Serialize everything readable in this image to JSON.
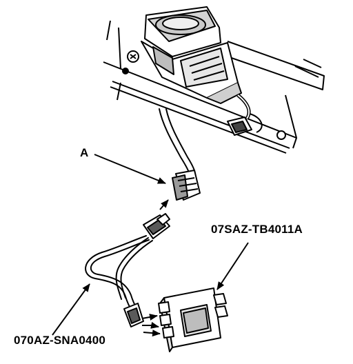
{
  "callouts": {
    "connector": "A",
    "tester_box": "07SAZ-TB4011A",
    "harness": "070AZ-SNA0400"
  },
  "colors": {
    "ink": "#000000",
    "paper": "#ffffff"
  }
}
